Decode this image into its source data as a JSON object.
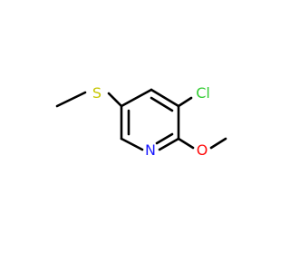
{
  "molecule": {
    "atoms": [
      {
        "id": "S",
        "symbol": "S",
        "color": "#c6c600"
      },
      {
        "id": "Cl",
        "symbol": "Cl",
        "color": "#33cc33"
      },
      {
        "id": "N",
        "symbol": "N",
        "color": "#1a1aff"
      },
      {
        "id": "O",
        "symbol": "O",
        "color": "#ff0d0d"
      }
    ],
    "bond_color": "#000000"
  }
}
